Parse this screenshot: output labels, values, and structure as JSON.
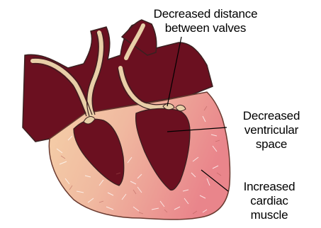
{
  "labels": {
    "valves": {
      "line1": "Decreased distance",
      "line2": "between valves"
    },
    "space": {
      "line1": "Decreased",
      "line2": "ventricular",
      "line3": "space"
    },
    "muscle": {
      "line1": "Increased",
      "line2": "cardiac",
      "line3": "muscle"
    }
  },
  "colors": {
    "blood": "#6b1020",
    "muscle_light": "#f2c7a0",
    "muscle_pink": "#e88e93",
    "vessel_wall": "#e8cfa8",
    "outline": "#3a2020",
    "leader_line": "#000000"
  }
}
